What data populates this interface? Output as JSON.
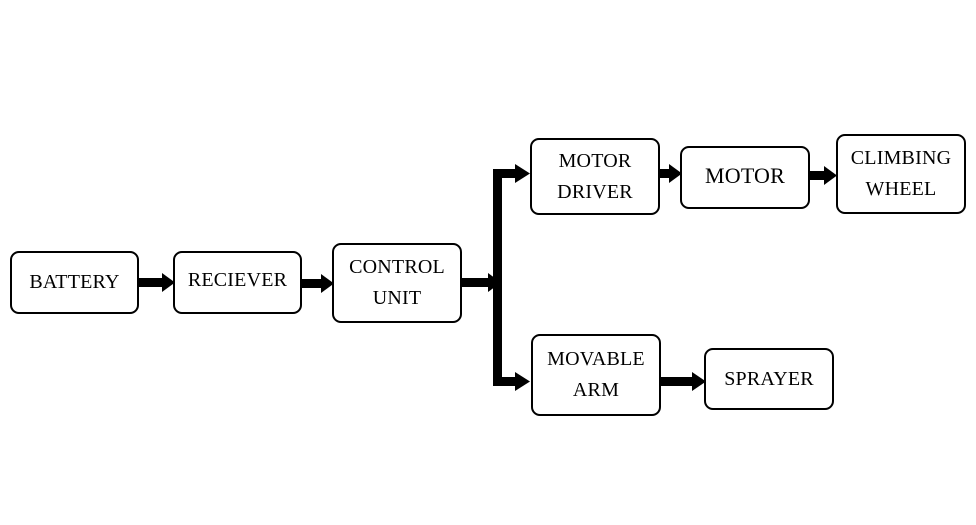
{
  "nodes": {
    "battery": {
      "lines": [
        "BATTERY",
        ""
      ]
    },
    "receiver": {
      "lines": [
        "RECIEVER",
        ""
      ]
    },
    "control_unit": {
      "lines": [
        "CONTROL",
        "UNIT"
      ]
    },
    "motor_driver": {
      "lines": [
        "MOTOR",
        "DRIVER"
      ]
    },
    "motor": {
      "lines": [
        "MOTOR",
        ""
      ]
    },
    "climbing_wheel": {
      "lines": [
        "CLIMBING",
        "WHEEL"
      ]
    },
    "movable_arm": {
      "lines": [
        "MOVABLE",
        "ARM"
      ]
    },
    "sprayer": {
      "lines": [
        "SPRAYER",
        ""
      ]
    }
  },
  "edges": [
    {
      "from": "battery",
      "to": "receiver"
    },
    {
      "from": "receiver",
      "to": "control_unit"
    },
    {
      "from": "control_unit",
      "to": "motor_driver"
    },
    {
      "from": "control_unit",
      "to": "movable_arm"
    },
    {
      "from": "motor_driver",
      "to": "motor"
    },
    {
      "from": "motor",
      "to": "climbing_wheel"
    },
    {
      "from": "movable_arm",
      "to": "sprayer"
    }
  ],
  "colors": {
    "stroke": "#000000",
    "fill": "#ffffff"
  }
}
